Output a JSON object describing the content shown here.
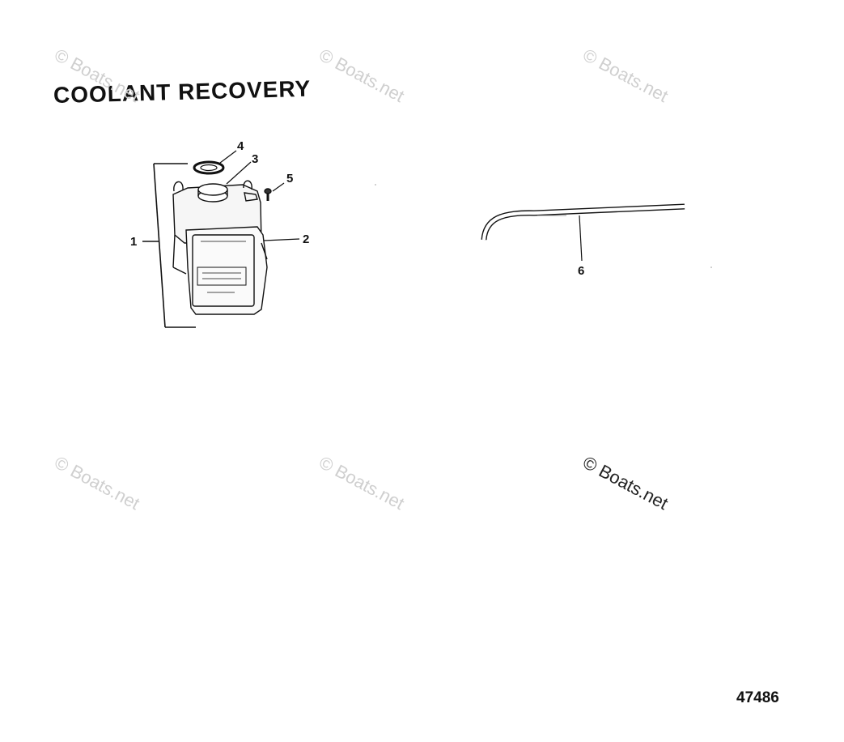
{
  "title": "COOLANT RECOVERY",
  "figure_number": "47486",
  "watermark": "© Boats.net",
  "callouts": [
    "1",
    "2",
    "3",
    "4",
    "5",
    "6"
  ],
  "colors": {
    "ink": "#111111",
    "watermark": "#cfcfcf",
    "watermark_dark": "#222222"
  }
}
